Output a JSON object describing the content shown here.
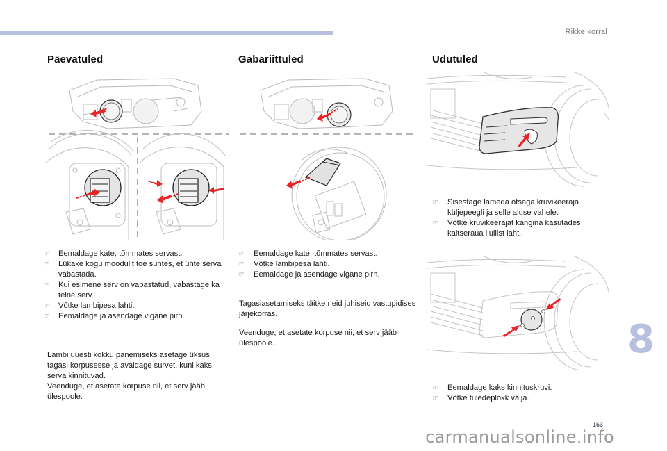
{
  "header": {
    "section_label": "Rikke korral",
    "accent_color": "#b8c0df"
  },
  "columns": [
    {
      "title": "Päevatuled",
      "steps": [
        "Eemaldage kate, tõmmates servast.",
        "Lükake kogu moodulit toe suhtes, et ühte serva vabastada.",
        "Kui esimene serv on vabastatud, vabastage ka teine serv.",
        "Võtke lambipesa lahti.",
        "Eemaldage ja asendage vigane pirn."
      ],
      "notes": [
        "Lambi uuesti kokku panemiseks asetage üksus tagasi korpusesse ja avaldage survet, kuni kaks serva kinnituvad.",
        "Veenduge, et asetate korpuse nii, et serv jääb ülespoole."
      ]
    },
    {
      "title": "Gabariittuled",
      "steps": [
        "Eemaldage kate, tõmmates servast.",
        "Võtke lambipesa lahti.",
        "Eemaldage ja asendage vigane pirn."
      ],
      "notes": [
        "Tagasiasetamiseks täitke neid juhiseid vastupidises järjekorras.",
        "Veenduge, et asetate korpuse nii, et serv jääb ülespoole."
      ]
    },
    {
      "title": "Udutuled",
      "steps_a": [
        "Sisestage lameda otsaga kruvikeeraja küljepeegli ja selle aluse vahele.",
        "Võtke kruvikeerajat kangina kasutades kaitseraua iluliist lahti."
      ],
      "steps_b": [
        "Eemaldage kaks kinnituskruvi.",
        "Võtke tuledeplokk välja."
      ]
    }
  ],
  "bullet_glyph": "☞",
  "icons": {
    "bullet": "pointing-hand-icon",
    "arrow": "red-arrow-icon"
  },
  "colors": {
    "arrow": "#e8262a",
    "line_art": "#b9b9b9",
    "fill_gray": "#e6e6e6"
  },
  "footer": {
    "chapter_number": "8",
    "page_number": "163",
    "watermark": "carmanualsonline.info"
  }
}
